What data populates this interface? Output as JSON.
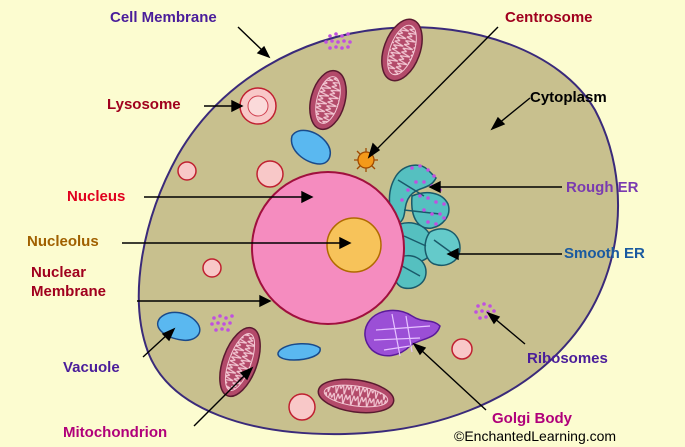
{
  "labels": {
    "cell_membrane": "Cell Membrane",
    "centrosome": "Centrosome",
    "lysosome": "Lysosome",
    "cytoplasm": "Cytoplasm",
    "nucleus": "Nucleus",
    "rough_er": "Rough ER",
    "nucleolus": "Nucleolus",
    "smooth_er": "Smooth ER",
    "nuclear_membrane_line1": "Nuclear",
    "nuclear_membrane_line2": "Membrane",
    "vacuole": "Vacuole",
    "ribosomes": "Ribosomes",
    "golgi_body": "Golgi Body",
    "mitochondrion": "Mitochondrion"
  },
  "credit": "©EnchantedLearning.com",
  "colors": {
    "background": "#fcfcd0",
    "cytoplasm": "#c8c08e",
    "membrane": "#3a2a7a",
    "nucleus": "#f58cbf",
    "nucleolus": "#f7c35a",
    "mitochondrion": "#b34a6a",
    "lysosome": "#f8c8c8",
    "vacuole": "#5ab8f0",
    "rough_er": "#55c0c0",
    "golgi": "#9b4fd6",
    "ribosomes": "#c050e0",
    "centrosome": "#f49a1a",
    "label_purple": "#4a1d9a",
    "label_red": "#a0001e",
    "label_magenta": "#b0007a",
    "label_brown": "#a05000",
    "label_blue": "#1a5aa0"
  }
}
